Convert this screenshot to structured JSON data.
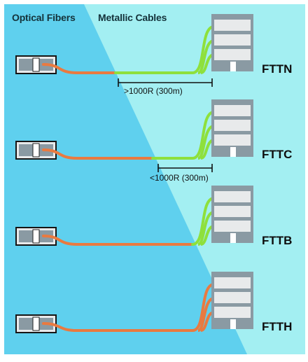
{
  "header": {
    "optical_label": "Optical Fibers",
    "metallic_label": "Metallic Cables"
  },
  "rows": [
    {
      "type": "FTTN",
      "distance": ">1000R (300m)"
    },
    {
      "type": "FTTC",
      "distance": "<1000R (300m)"
    },
    {
      "type": "FTTB"
    },
    {
      "type": "FTTH"
    }
  ],
  "colors": {
    "fiber": "#e97a40",
    "copper": "#8ee03c",
    "optical_zone": "#5fd0ee",
    "metallic_zone": "#a3eff2",
    "device": "#8a9aa3"
  }
}
